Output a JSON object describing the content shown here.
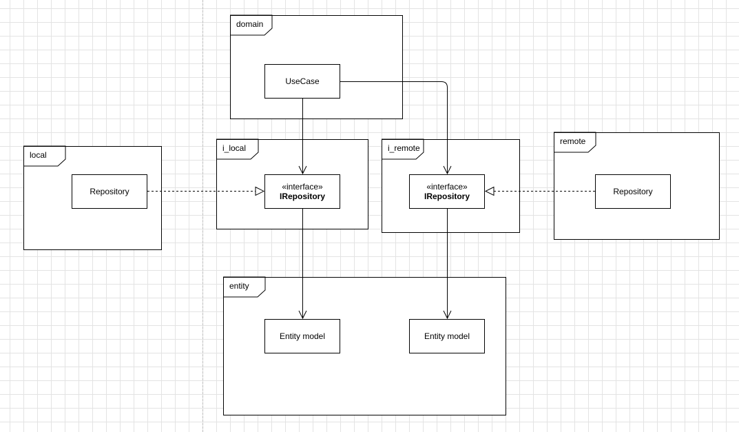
{
  "packages": {
    "domain": "domain",
    "local": "local",
    "i_local": "i_local",
    "i_remote": "i_remote",
    "remote": "remote",
    "entity": "entity"
  },
  "classes": {
    "usecase": "UseCase",
    "local_repository": "Repository",
    "i_local_interface": {
      "stereotype": "«interface»",
      "name": "IRepository"
    },
    "i_remote_interface": {
      "stereotype": "«interface»",
      "name": "IRepository"
    },
    "remote_repository": "Repository",
    "entity_model_left": "Entity model",
    "entity_model_right": "Entity model"
  },
  "colors": {
    "line": "#000000",
    "grid": "#e3e3e3",
    "background": "#ffffff"
  }
}
